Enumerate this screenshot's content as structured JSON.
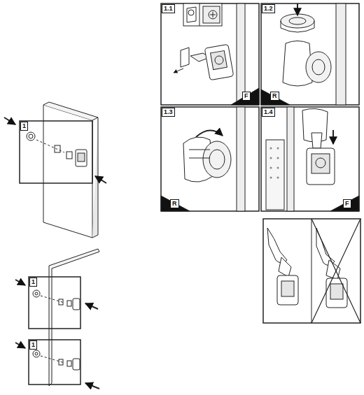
{
  "diagram": {
    "labels": [
      "1",
      "1.1",
      "F",
      "1.2",
      "R",
      "1.3",
      "R",
      "1.4",
      "F",
      "1",
      "1"
    ]
  }
}
